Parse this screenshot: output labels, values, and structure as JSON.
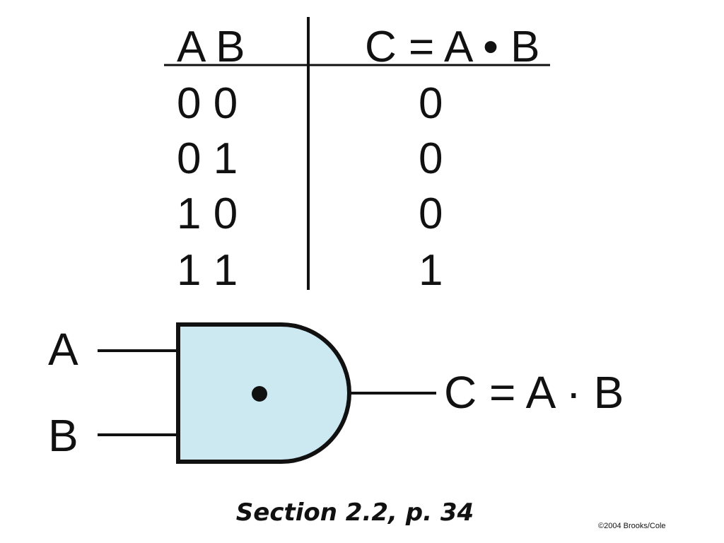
{
  "truth_table": {
    "header_inputs": "A B",
    "header_output": "C = A • B",
    "rows": [
      {
        "inputs": "0 0",
        "output": "0"
      },
      {
        "inputs": "0 1",
        "output": "0"
      },
      {
        "inputs": "1 0",
        "output": "0"
      },
      {
        "inputs": "1 1",
        "output": "1"
      }
    ]
  },
  "gate": {
    "input_a_label": "A",
    "input_b_label": "B",
    "output_label": "C = A · B",
    "fill_color": "#cce9f2",
    "stroke_color": "#111111"
  },
  "caption": "Section 2.2, p. 34",
  "copyright": "©2004 Brooks/Cole"
}
